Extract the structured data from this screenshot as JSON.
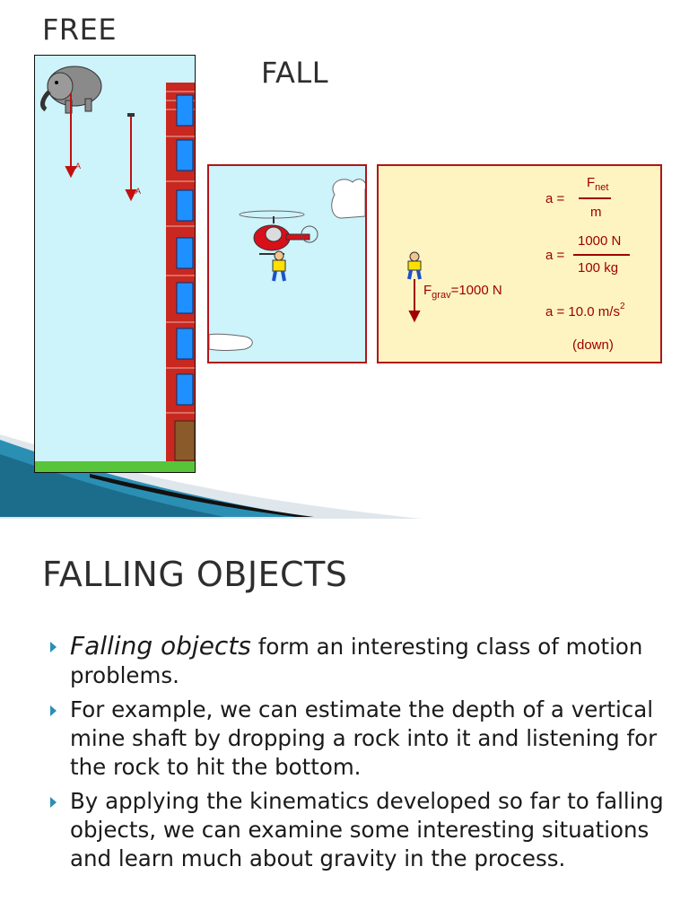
{
  "slide": {
    "title_free": "FREE",
    "title_fall": "FALL",
    "section_title": "FALLING OBJECTS"
  },
  "illustration": {
    "equation_panel": {
      "a_label": "a =",
      "fnet_numerator": "F",
      "fnet_sub": "net",
      "fnet_denominator": "m",
      "numeric_numerator": "1000 N",
      "numeric_denominator": "100 kg",
      "result": "a = 10.0 m/s",
      "result_sup": "2",
      "direction": "(down)",
      "force_label": "F",
      "force_sub": "grav",
      "force_value": "=1000 N"
    },
    "tower_arrow_label": "A",
    "colors": {
      "sky": "#cdf3fb",
      "brick": "#c8281f",
      "window": "#1e90ff",
      "border_red": "#b0141a",
      "equation_bg": "#fdf4c1",
      "accent_blue": "#2b8fb4"
    }
  },
  "bullets": [
    {
      "emphasis": "Falling objects",
      "text": " form an interesting class of motion problems."
    },
    {
      "emphasis": "",
      "text": "For example, we can estimate the depth of a vertical mine shaft by dropping a rock into it and listening for the rock to hit the bottom."
    },
    {
      "emphasis": "",
      "text": "By applying the kinematics developed so far to falling objects, we can examine some interesting situations and learn much about gravity in the process."
    }
  ]
}
